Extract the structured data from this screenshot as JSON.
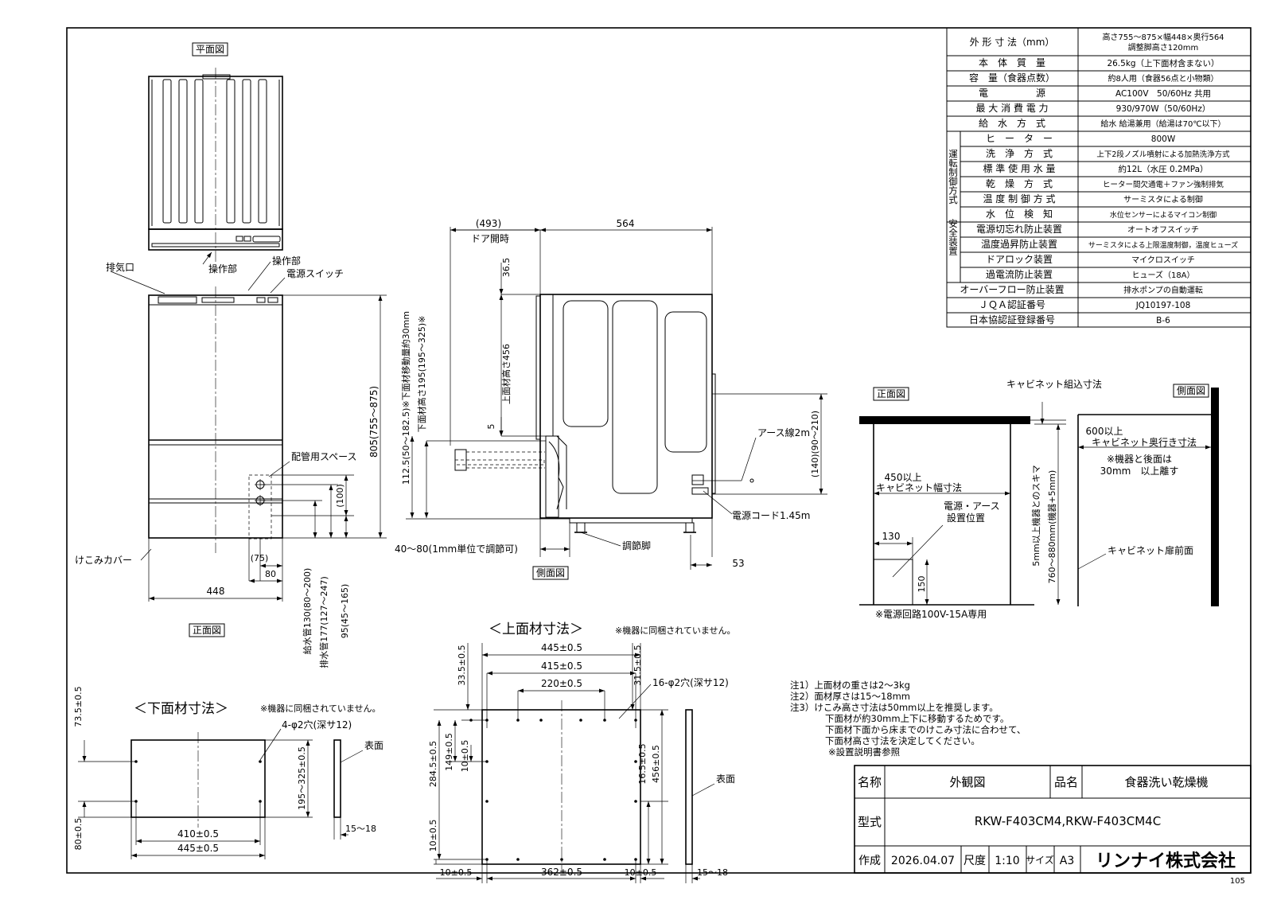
{
  "specs": [
    {
      "label": "外 形 寸 法（mm）",
      "value": "高さ755～875×幅448×奥行564",
      "value2": "調整脚高さ120mm"
    },
    {
      "label": "本　体　質　量",
      "value": "26.5kg（上下面材含まない）"
    },
    {
      "label": "容　量（食器点数）",
      "value": "約8人用（食器56点と小物類）"
    },
    {
      "label": "電　　　　　源",
      "value": "AC100V　50/60Hz 共用"
    },
    {
      "label": "最 大 消 費 電 力",
      "value": "930/970W（50/60Hz）"
    },
    {
      "label": "給　水　方　式",
      "value": "給水 給湯兼用（給湯は70℃以下）"
    }
  ],
  "operation_group_label": "運転制御方式",
  "operation_specs": [
    {
      "label": "ヒ　ー　タ　ー",
      "value": "800W"
    },
    {
      "label": "洗　浄　方　式",
      "value": "上下2段ノズル噴射による加熱洗浄方式"
    },
    {
      "label": "標 準 使 用 水 量",
      "value": "約12L（水圧 0.2MPa）"
    },
    {
      "label": "乾　燥　方　式",
      "value": "ヒーター間欠通電＋ファン強制排気"
    },
    {
      "label": "温 度 制 御 方 式",
      "value": "サーミスタによる制御"
    },
    {
      "label": "水　位　検　知",
      "value": "水位センサーによるマイコン制御"
    }
  ],
  "safety_group_label": "安全装置",
  "safety_specs": [
    {
      "label": "電源切忘れ防止装置",
      "value": "オートオフスイッチ"
    },
    {
      "label": "温度過昇防止装置",
      "value": "サーミスタによる上限温度制御，温度ヒューズ"
    },
    {
      "label": "ドアロック装置",
      "value": "マイクロスイッチ"
    },
    {
      "label": "過電流防止装置",
      "value": "ヒューズ（18A）"
    }
  ],
  "extra_specs": [
    {
      "label": "オーバーフロー防止装置",
      "value": "排水ポンプの自動運転"
    },
    {
      "label": "ＪＱＡ認証番号",
      "value": "JQ10197-108"
    },
    {
      "label": "日本協認証登録番号",
      "value": "B-6"
    }
  ],
  "plan_view": {
    "title": "平面図"
  },
  "front_view": {
    "title": "正面図",
    "exhaust": "排気口",
    "control": "操作部",
    "control2": "操作部",
    "power_switch": "電源スイッチ",
    "piping_space": "配管用スペース",
    "kick_cover": "けこみカバー",
    "dim_height": "805(755～875)",
    "dim_100": "(100)",
    "dim_75": "(75)",
    "dim_80": "80",
    "dim_448": "448",
    "dim_supply": "給水管130(80～200)",
    "dim_drain": "排水管177(127～247)",
    "dim_95": "95(45～165)"
  },
  "side_view": {
    "title": "側面図",
    "door_open_dim": "(493)",
    "door_open": "ドア開時",
    "depth": "564",
    "dim_365": "36.5",
    "upper_panel_h": "上面材高さ456",
    "dim_5": "5",
    "lower_note": "112.5(50～182.5)※下面材移動量約30mm",
    "lower_panel_h": "下面材高さ195(195～325)※",
    "earth": "アース線2m",
    "dim_140": "(140)(90～210)",
    "cord": "電源コード1.45m",
    "adjust_range": "40～80(1mm単位で調節可)",
    "foot": "調節脚",
    "dim_53": "53"
  },
  "cabinet": {
    "title": "キャビネット組込寸法",
    "front_title": "正面図",
    "side_title": "側面図",
    "width": "450以上",
    "width_label": "キャビネット幅寸法",
    "power_pos": "電源・アース",
    "power_pos2": "設置位置",
    "dim_130": "130",
    "dim_150": "150",
    "clearance": "5mm以上機器とのスキマ",
    "height": "760～880mm(機器+5mm)",
    "depth": "600以上",
    "depth_label": "キャビネット奥行き寸法",
    "gap_note1": "※機器と後面は",
    "gap_note2": "30mm　以上離す",
    "door_face": "キャビネット扉前面",
    "circuit_note": "※電源回路100V-15A専用"
  },
  "upper_panel": {
    "title": "＜上面材寸法＞",
    "note": "※機器に同梱されていません。",
    "w445": "445±0.5",
    "w415": "415±0.5",
    "w220": "220±0.5",
    "holes": "16-φ2穴(深サ12)",
    "d335": "33.5±0.5",
    "d315": "31.5±0.5",
    "d2845": "284.5±0.5",
    "d149": "149±0.5",
    "d10a": "10±0.5",
    "d165": "16.5±0.5",
    "d456": "456±0.5",
    "d10b": "10±0.5",
    "b10l": "10±0.5",
    "b362": "362±0.5",
    "b10r": "10±0.5",
    "thick": "15～18",
    "surface": "表面"
  },
  "lower_panel": {
    "title": "＜下面材寸法＞",
    "note": "※機器に同梱されていません。",
    "holes": "4-φ2穴(深サ12)",
    "d735": "73.5±0.5",
    "h": "195～325±0.5",
    "d80": "80±0.5",
    "w410": "410±0.5",
    "w445": "445±0.5",
    "thick": "15～18",
    "surface": "表面"
  },
  "notes": [
    "注1）上面材の重さは2～3kg",
    "注2）面材厚さは15～18mm",
    "注3）けこみ高さ寸法は50mm以上を推奨します。",
    "下面材が約30mm上下に移動するためです。",
    "下面材下面から床までのけこみ寸法に合わせて、",
    "下面材高さ寸法を決定してください。",
    "※設置説明書参照"
  ],
  "title_block": {
    "name_label": "名称",
    "name": "外観図",
    "product_label": "品名",
    "product": "食器洗い乾燥機",
    "model_label": "型式",
    "model": "RKW-F403CM4,RKW-F403CM4C",
    "created_label": "作成",
    "date": "2026.04.07",
    "scale_label": "尺度",
    "scale": "1:10",
    "size_label": "サイズ",
    "size": "A3",
    "company": "リンナイ株式会社"
  },
  "sheet_no": "105"
}
